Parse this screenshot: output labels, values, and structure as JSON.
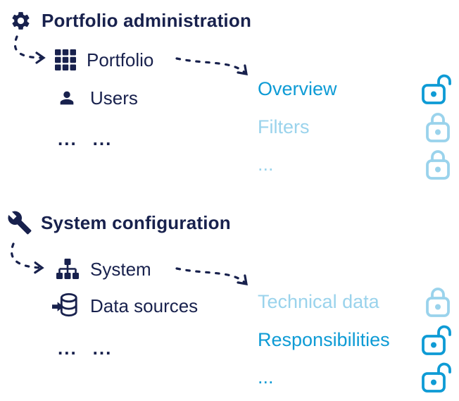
{
  "colors": {
    "navy": "#18214d",
    "active_blue": "#0e9bd5",
    "inactive_blue": "#9ad3ec"
  },
  "sections": [
    {
      "title": "Portfolio administration",
      "title_icon": "gear-icon",
      "menu": [
        {
          "icon": "grid-icon",
          "label": "Portfolio"
        },
        {
          "icon": "user-icon",
          "label": "Users"
        }
      ],
      "menu_ellipsis": [
        "...",
        "..."
      ],
      "pages": [
        {
          "label": "Overview",
          "state": "active",
          "lock": "unlocked"
        },
        {
          "label": "Filters",
          "state": "inactive",
          "lock": "locked"
        },
        {
          "label": "...",
          "state": "inactive",
          "lock": "locked"
        }
      ]
    },
    {
      "title": "System configuration",
      "title_icon": "wrench-icon",
      "menu": [
        {
          "icon": "sitemap-icon",
          "label": "System"
        },
        {
          "icon": "database-import-icon",
          "label": "Data sources"
        }
      ],
      "menu_ellipsis": [
        "...",
        "..."
      ],
      "pages": [
        {
          "label": "Technical data",
          "state": "inactive",
          "lock": "locked"
        },
        {
          "label": "Responsibilities",
          "state": "active",
          "lock": "unlocked"
        },
        {
          "label": "...",
          "state": "active",
          "lock": "unlocked"
        }
      ]
    }
  ]
}
